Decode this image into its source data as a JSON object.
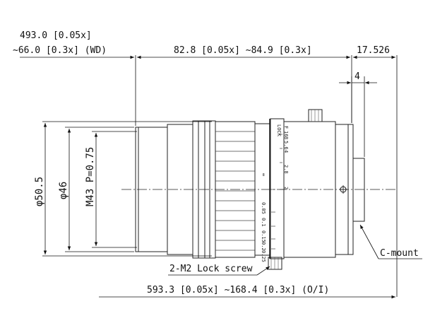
{
  "dimensions": {
    "top_left_line1": "493.0 [0.05x]",
    "top_left_line2": "~66.0 [0.3x] (WD)",
    "top_middle": "82.8 [0.05x] ~84.9 [0.3x]",
    "top_right": "17.526",
    "flange": "4",
    "bottom": "593.3 [0.05x] ~168.4 [0.3x] (O/I)",
    "dia_outer": "φ50.5",
    "dia_mid": "φ46",
    "thread": "M43 P=0.75"
  },
  "callouts": {
    "lock_screw": "2-M2 Lock screw",
    "mount": "C-mount"
  },
  "aperture_scale": {
    "top_labels": [
      "F",
      "LOCK",
      "16",
      "11",
      "8",
      "5.6",
      "4",
      "2.8",
      "2"
    ],
    "infinity": "∞",
    "focus_labels": [
      "0.05",
      "0.1",
      "0.15",
      "0.2",
      "0.25"
    ]
  }
}
